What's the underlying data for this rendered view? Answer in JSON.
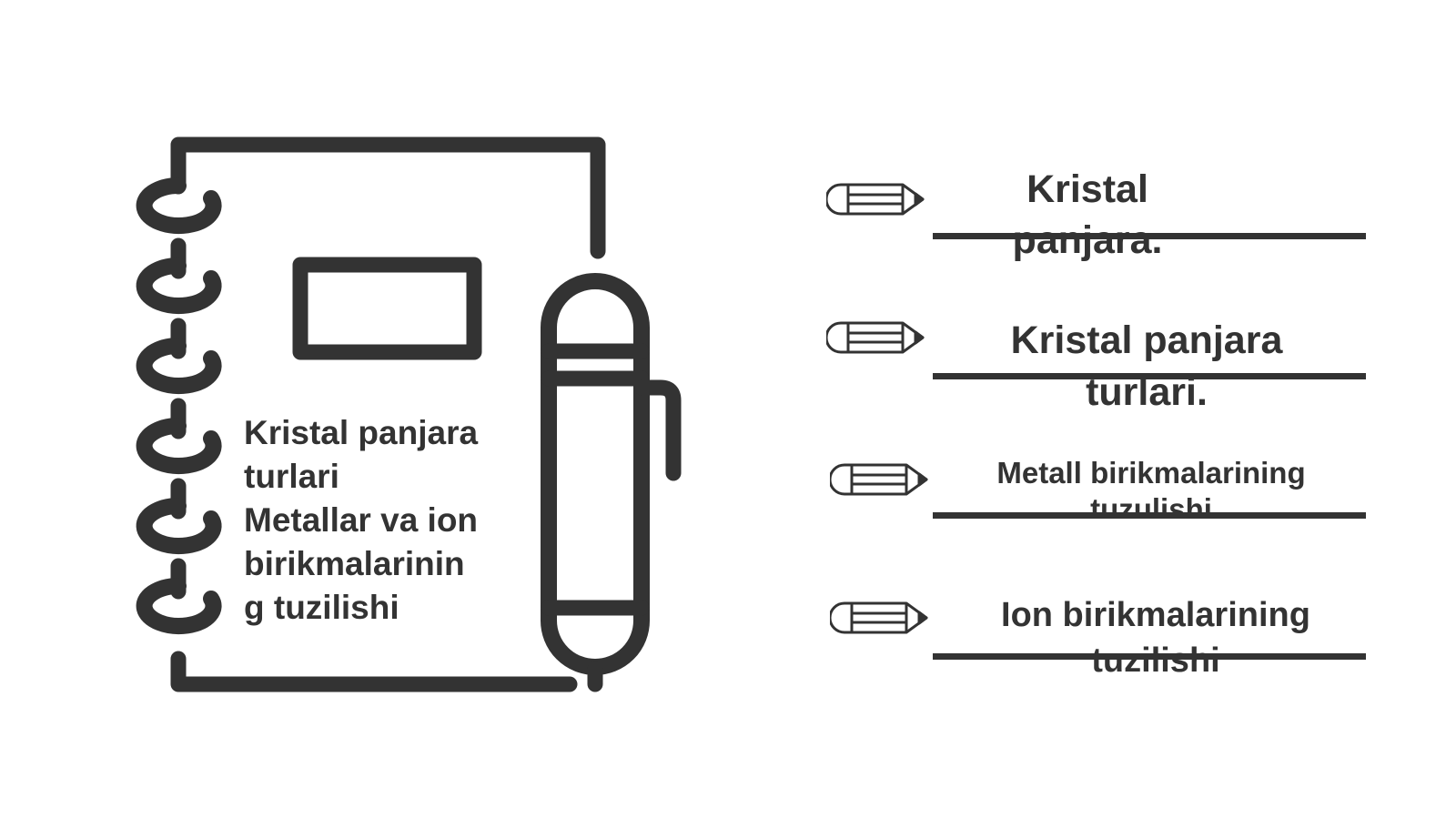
{
  "notebook": {
    "lines": [
      "Kristal panjara",
      "turlari",
      "Metallar va ion",
      "birikmalarinin",
      "g tuzilishi"
    ]
  },
  "items": [
    {
      "line1": "Kristal",
      "line2": "panjara."
    },
    {
      "line1": "Kristal panjara",
      "line2": "turlari."
    },
    {
      "line1": "Metall birikmalarining",
      "line2": "tuzulishi"
    },
    {
      "line1": "Ion birikmalarining",
      "line2": "tuzilishi"
    }
  ],
  "icons": {
    "notebook": "notebook-icon",
    "pen": "pen-icon",
    "list_marker": "pencil-icon"
  },
  "colors": {
    "ink": "#333333",
    "background": "#ffffff"
  }
}
